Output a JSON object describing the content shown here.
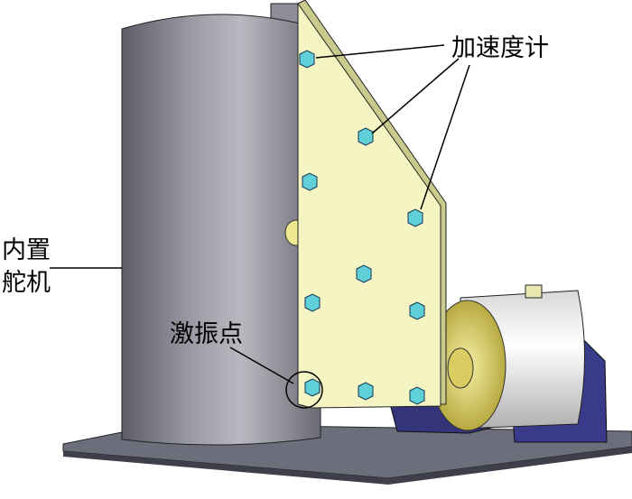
{
  "labels": {
    "accelerometer": "加速度计",
    "servo_line1": "内置",
    "servo_line2": "舵机",
    "excitation_point": "激振点"
  },
  "colors": {
    "plate": "#f4f5c2",
    "bolt": "#5fd0d8",
    "cylinder": "#8f9099",
    "base": "#6d6e7c",
    "bracket": "#3a3a8a",
    "motor": "#ededed",
    "disc": "#e6dc7a"
  }
}
